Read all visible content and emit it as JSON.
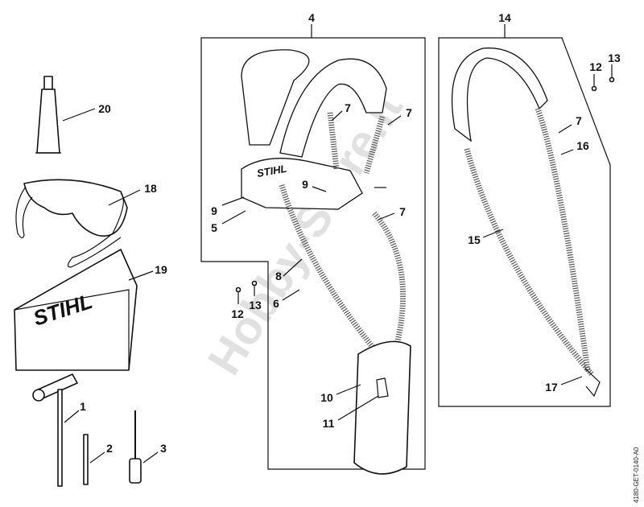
{
  "brand_logo_text": "STIHL",
  "watermark": "Hobby-Store.it",
  "drawing_code": "4180-GET-0140-A0",
  "callouts": {
    "c1": "1",
    "c2": "2",
    "c3": "3",
    "c4": "4",
    "c5": "5",
    "c6": "6",
    "c7a": "7",
    "c7b": "7",
    "c7c": "7",
    "c7d": "7",
    "c8": "8",
    "c9a": "9",
    "c9b": "9",
    "c10": "10",
    "c11": "11",
    "c12a": "12",
    "c12b": "12",
    "c13a": "13",
    "c13b": "13",
    "c14": "14",
    "c15": "15",
    "c16": "16",
    "c17": "17",
    "c18": "18",
    "c19": "19",
    "c20": "20"
  }
}
